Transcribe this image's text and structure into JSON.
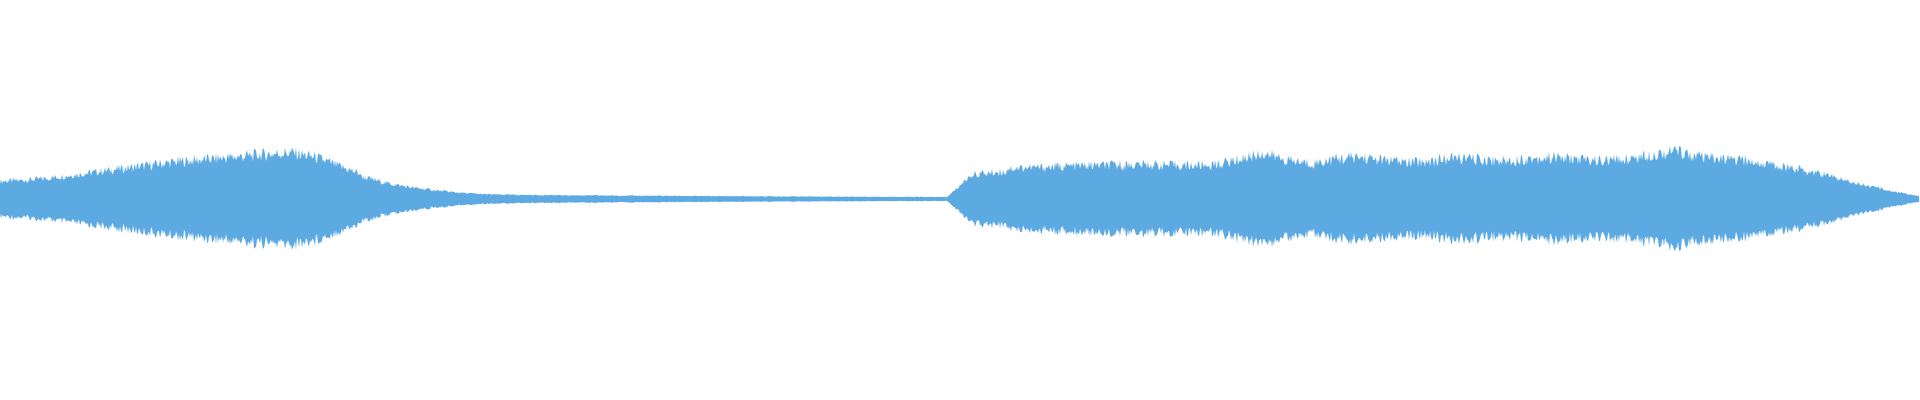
{
  "waveform": {
    "color": "#5DAAE3",
    "duration_fraction_samples": [
      0.34,
      0.36,
      0.4,
      0.46,
      0.52,
      0.58,
      0.64,
      0.7,
      0.74,
      0.78,
      0.82,
      0.86,
      0.89,
      0.8,
      0.62,
      0.46,
      0.33,
      0.24,
      0.18,
      0.13,
      0.1,
      0.09,
      0.085,
      0.08,
      0.077,
      0.074,
      0.071,
      0.068,
      0.065,
      0.062,
      0.06,
      0.058,
      0.056,
      0.054,
      0.052,
      0.05,
      0.048,
      0.046,
      0.044,
      0.042,
      0.52,
      0.57,
      0.6,
      0.61,
      0.63,
      0.64,
      0.65,
      0.66,
      0.65,
      0.64,
      0.65,
      0.76,
      0.88,
      0.74,
      0.68,
      0.77,
      0.8,
      0.74,
      0.7,
      0.73,
      0.79,
      0.75,
      0.73,
      0.77,
      0.8,
      0.76,
      0.73,
      0.77,
      0.86,
      0.92,
      0.8,
      0.76,
      0.72,
      0.65,
      0.58,
      0.48,
      0.36,
      0.24,
      0.14,
      0.06
    ]
  }
}
